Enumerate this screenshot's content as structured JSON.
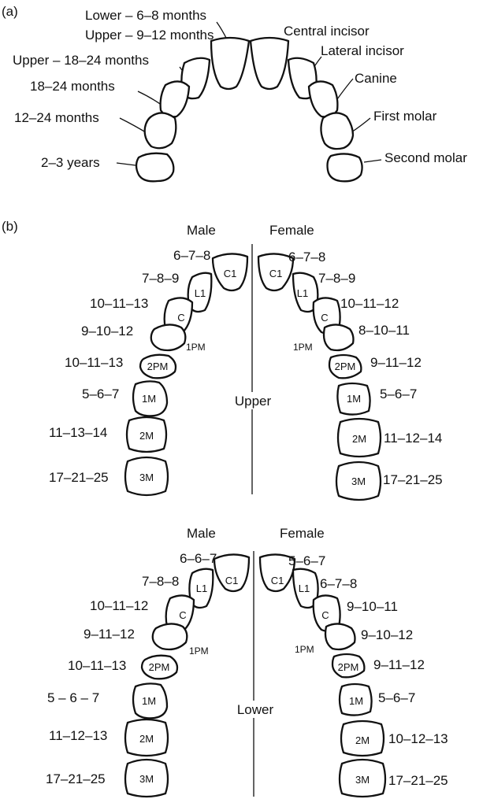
{
  "panel_a": {
    "label": "(a)",
    "left_labels": {
      "lower": "Lower – 6–8 months",
      "upper": "Upper – 9–12 months",
      "upper_18_24": "Upper – 18–24 months",
      "m18_24": "18–24 months",
      "m12_24": "12–24 months",
      "y2_3": "2–3 years"
    },
    "right_labels": {
      "central_incisor": "Central incisor",
      "lateral_incisor": "Lateral incisor",
      "canine": "Canine",
      "first_molar": "First molar",
      "second_molar": "Second molar"
    }
  },
  "panel_b": {
    "label": "(b)",
    "upper": {
      "title": "Upper",
      "male_header": "Male",
      "female_header": "Female",
      "male": {
        "C1": "6–7–8",
        "L1": "7–8–9",
        "C": "10–11–13",
        "1PM": "9–10–12",
        "2PM": "10–11–13",
        "1M": "5–6–7",
        "2M": "11–13–14",
        "3M": "17–21–25"
      },
      "female": {
        "C1": "6–7–8",
        "L1": "7–8–9",
        "C": "10–11–12",
        "1PM": "8–10–11",
        "2PM": "9–11–12",
        "1M": "5–6–7",
        "2M": "11–12–14",
        "3M": "17–21–25"
      }
    },
    "lower": {
      "title": "Lower",
      "male_header": "Male",
      "female_header": "Female",
      "male": {
        "C1": "6–6–7",
        "L1": "7–8–8",
        "C": "10–11–12",
        "1PM": "9–11–12",
        "2PM": "10–11–13",
        "1M": "5 – 6 – 7",
        "2M": "11–12–13",
        "3M": "17–21–25"
      },
      "female": {
        "C1": "5–6–7",
        "L1": "6–7–8",
        "C": "9–10–11",
        "1PM": "9–10–12",
        "2PM": "9–11–12",
        "1M": "5–6–7",
        "2M": "10–12–13",
        "3M": "17–21–25"
      }
    }
  },
  "tooth_codes": {
    "C1": "C1",
    "L1": "L1",
    "C": "C",
    "1PM": "1PM",
    "2PM": "2PM",
    "1M": "1M",
    "2M": "2M",
    "3M": "3M"
  }
}
